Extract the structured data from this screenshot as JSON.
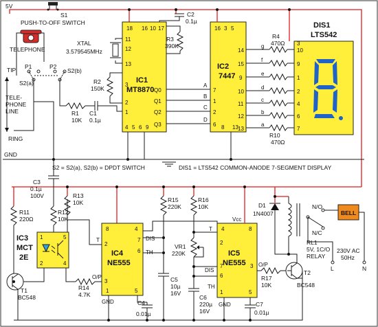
{
  "labels": {
    "supply": "5V",
    "gnd": "GND",
    "s1": "S1",
    "s1_desc": "PUSH-TO-OFF SWITCH",
    "telephone": "TELEPHONE",
    "tip": "TIP",
    "ring": "RING",
    "line": [
      "TELE-",
      "PHONE",
      "LINE"
    ],
    "p1": "P1",
    "p2": "P2",
    "s2a": "S2(a)",
    "s2b": "S2(b)",
    "xtal_label": "XTAL",
    "xtal_value": "3.579545MHz",
    "s2_note": "S2 = S2(a), S2(b) = DPDT SWITCH",
    "dis_note": "DIS1 = LTS542 COMMON-ANODE 7-SEGMENT DISPLAY",
    "bell": "BELL",
    "mains": [
      "230V AC",
      "50Hz"
    ],
    "mains_l": "L",
    "mains_n": "N",
    "relay_no": "N/O",
    "relay_nc": "N/C"
  },
  "ics": {
    "ic1": {
      "ref": "IC1",
      "part": "MT8870"
    },
    "ic2": {
      "ref": "IC2",
      "part": "7447"
    },
    "ic3": {
      "ref": "IC3",
      "part": "MCT",
      "part2": "2E"
    },
    "ic4": {
      "ref": "IC4",
      "part": "NE555"
    },
    "ic5": {
      "ref": "IC5",
      "part": "NE555"
    },
    "dis1": {
      "ref": "DIS1",
      "part": "LTS542"
    }
  },
  "components": {
    "c2": [
      "C2",
      "0.1µ"
    ],
    "r3": [
      "R3",
      "390K"
    ],
    "r2": [
      "R2",
      "150K"
    ],
    "r1": [
      "R1",
      "10K"
    ],
    "c1": [
      "C1",
      "0.1µ"
    ],
    "r4": [
      "R4",
      "470Ω"
    ],
    "r10": [
      "R10",
      "470Ω"
    ],
    "c3": [
      "C3",
      "0.1µ",
      "100V"
    ],
    "r11": [
      "R11",
      "220Ω"
    ],
    "r12": [
      "R12",
      "10K"
    ],
    "r13": [
      "R13",
      "10K"
    ],
    "r14": [
      "R14",
      "4.7K"
    ],
    "t1": [
      "T1",
      "BC548"
    ],
    "r15": [
      "R15",
      "220K"
    ],
    "r16": [
      "R16",
      "10K"
    ],
    "c5": [
      "C5",
      "10µ",
      "16V"
    ],
    "c4": [
      "C4",
      "0.01µ"
    ],
    "vr1": [
      "VR1",
      "220K"
    ],
    "c6": [
      "C6",
      "220µ",
      "16V"
    ],
    "c7": [
      "C7",
      "0.01µ"
    ],
    "d1": [
      "D1",
      "1N4007"
    ],
    "rl1": [
      "RL1",
      "5V, 1C/O",
      "RELAY"
    ],
    "r17": [
      "R17",
      "10K"
    ],
    "t2": [
      "T2",
      "BC548"
    ]
  },
  "pins": {
    "ic1_top": [
      "18",
      "16",
      "10",
      "17"
    ],
    "ic1_left": [
      "11",
      "12",
      "13",
      "3",
      "2",
      "1",
      "4"
    ],
    "ic1_right": [
      "Q0",
      "Q1",
      "Q2",
      "Q3"
    ],
    "ic1_bottom": [
      "5",
      "6",
      "9"
    ],
    "ic2_top": [
      "16",
      "3",
      "5"
    ],
    "ic2_left": [
      "7",
      "1",
      "2",
      "6"
    ],
    "ic2_inputs": [
      "A",
      "B",
      "C",
      "D"
    ],
    "ic2_bottom": [
      "8",
      "13"
    ],
    "ic2_right": [
      "14",
      "15",
      "9",
      "10",
      "11",
      "12",
      "13"
    ],
    "seg_letters": [
      "g",
      "f",
      "e",
      "d",
      "c",
      "b",
      "a"
    ],
    "dis_pins": [
      "10",
      "9",
      "1",
      "2",
      "4",
      "6",
      "7",
      "3"
    ],
    "ic3_pins": [
      "1",
      "2",
      "4",
      "5"
    ],
    "ic4_pins": [
      "8",
      "4",
      "2",
      "7",
      "6",
      "3",
      "1",
      "5"
    ],
    "ic4_text": [
      "T",
      "DIS",
      "TH",
      "O/P",
      "GND"
    ],
    "ic5_pins": [
      "4",
      "8",
      "7",
      "6",
      "2",
      "3",
      "1",
      "5"
    ],
    "ic5_text": [
      "Vcc",
      "T",
      "DIS",
      "TH",
      "O/P",
      "GND"
    ]
  },
  "colors": {
    "ic_fill": "#ffee3a",
    "supply_wire": "#e21b1b",
    "wire": "#1a1a1a",
    "display_segment": "#1f63c8",
    "bell_fill": "#f08a1c",
    "led_fill": "#37a0d8",
    "phone_fill": "#d62b2b"
  }
}
